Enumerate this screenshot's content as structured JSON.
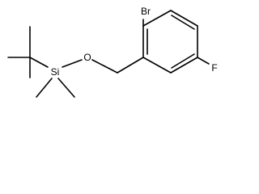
{
  "molecule": {
    "atoms": {
      "br": "Br",
      "o": "O",
      "si": "Si",
      "f": "F"
    },
    "colors": {
      "bond": "#000000",
      "label": "#000000",
      "background": "#ffffff"
    }
  }
}
